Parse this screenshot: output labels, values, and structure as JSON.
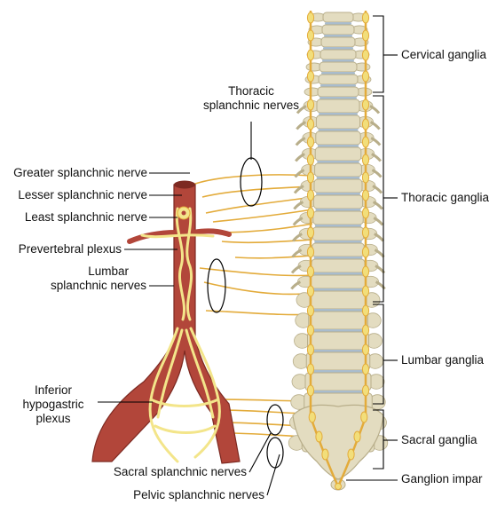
{
  "labels": {
    "thoracic_splanchnic": [
      "Thoracic",
      "splanchnic nerves"
    ],
    "greater_splanchnic": "Greater splanchnic nerve",
    "lesser_splanchnic": "Lesser splanchnic nerve",
    "least_splanchnic": "Least splanchnic nerve",
    "prevertebral_plexus": "Prevertebral plexus",
    "lumbar_splanchnic": [
      "Lumbar",
      "splanchnic nerves"
    ],
    "inferior_hypogastric": [
      "Inferior",
      "hypogastric",
      "plexus"
    ],
    "sacral_splanchnic": "Sacral splanchnic nerves",
    "pelvic_splanchnic": "Pelvic splanchnic nerves",
    "cervical_ganglia": "Cervical ganglia",
    "thoracic_ganglia": "Thoracic ganglia",
    "lumbar_ganglia": "Lumbar ganglia",
    "sacral_ganglia": "Sacral ganglia",
    "ganglion_impar": "Ganglion impar"
  },
  "colors": {
    "artery": "#b2463a",
    "artery_dark": "#7d2a22",
    "nerve": "#e3ab3a",
    "ganglion": "#f2de7a",
    "plexus": "#f3e58a",
    "bone": "#e3dcc0",
    "bone_shade": "#b8ae8a",
    "disc": "#a9bccd",
    "leader": "#000000"
  },
  "icons": {
    "spine": "vertebral-column-illustration",
    "aorta": "aorta-illustration"
  }
}
